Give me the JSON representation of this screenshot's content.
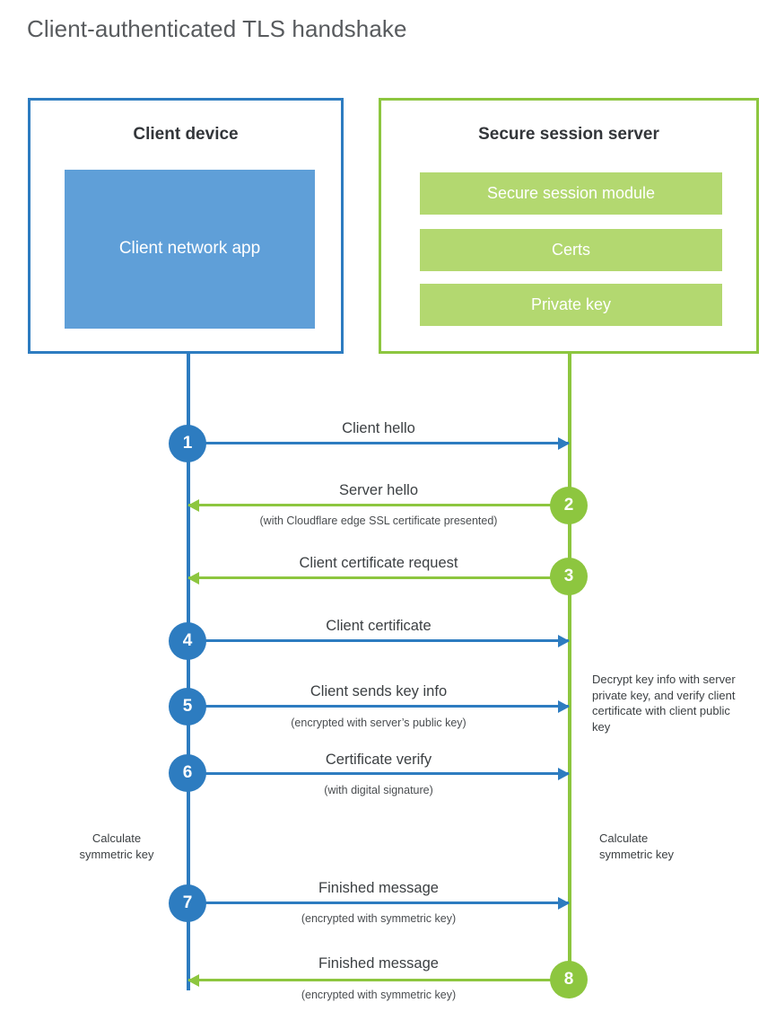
{
  "title": "Client-authenticated TLS handshake",
  "colors": {
    "blue_stroke": "#2d7cc0",
    "blue_fill": "#5f9fd8",
    "green_stroke": "#8dc63f",
    "green_fill": "#b3d870",
    "title_text": "#585b5e",
    "body_text": "#3c4043",
    "background": "#ffffff"
  },
  "parties": {
    "client": {
      "title": "Client device",
      "blocks": [
        "Client network app"
      ]
    },
    "server": {
      "title": "Secure session server",
      "blocks": [
        "Secure session module",
        "Certs",
        "Private key"
      ]
    }
  },
  "steps": [
    {
      "number": "1",
      "label": "Client hello",
      "sublabel": "",
      "direction": "client-to-server",
      "color": "blue"
    },
    {
      "number": "2",
      "label": "Server hello",
      "sublabel": "(with Cloudflare edge SSL certificate presented)",
      "direction": "server-to-client",
      "color": "green"
    },
    {
      "number": "3",
      "label": "Client certificate request",
      "sublabel": "",
      "direction": "server-to-client",
      "color": "green"
    },
    {
      "number": "4",
      "label": "Client certificate",
      "sublabel": "",
      "direction": "client-to-server",
      "color": "blue"
    },
    {
      "number": "5",
      "label": "Client sends key info",
      "sublabel": "(encrypted with server’s public key)",
      "direction": "client-to-server",
      "color": "blue"
    },
    {
      "number": "6",
      "label": "Certificate verify",
      "sublabel": "(with digital signature)",
      "direction": "client-to-server",
      "color": "blue"
    },
    {
      "number": "7",
      "label": "Finished message",
      "sublabel": "(encrypted with symmetric key)",
      "direction": "client-to-server",
      "color": "blue"
    },
    {
      "number": "8",
      "label": "Finished message",
      "sublabel": "(encrypted with symmetric key)",
      "direction": "server-to-client",
      "color": "green"
    }
  ],
  "notes": {
    "server_decrypt": "Decrypt key info with server private key, and verify client certificate with client public key",
    "client_calc_line1": "Calculate",
    "client_calc_line2": "symmetric key",
    "server_calc_line1": "Calculate",
    "server_calc_line2": "symmetric key"
  }
}
